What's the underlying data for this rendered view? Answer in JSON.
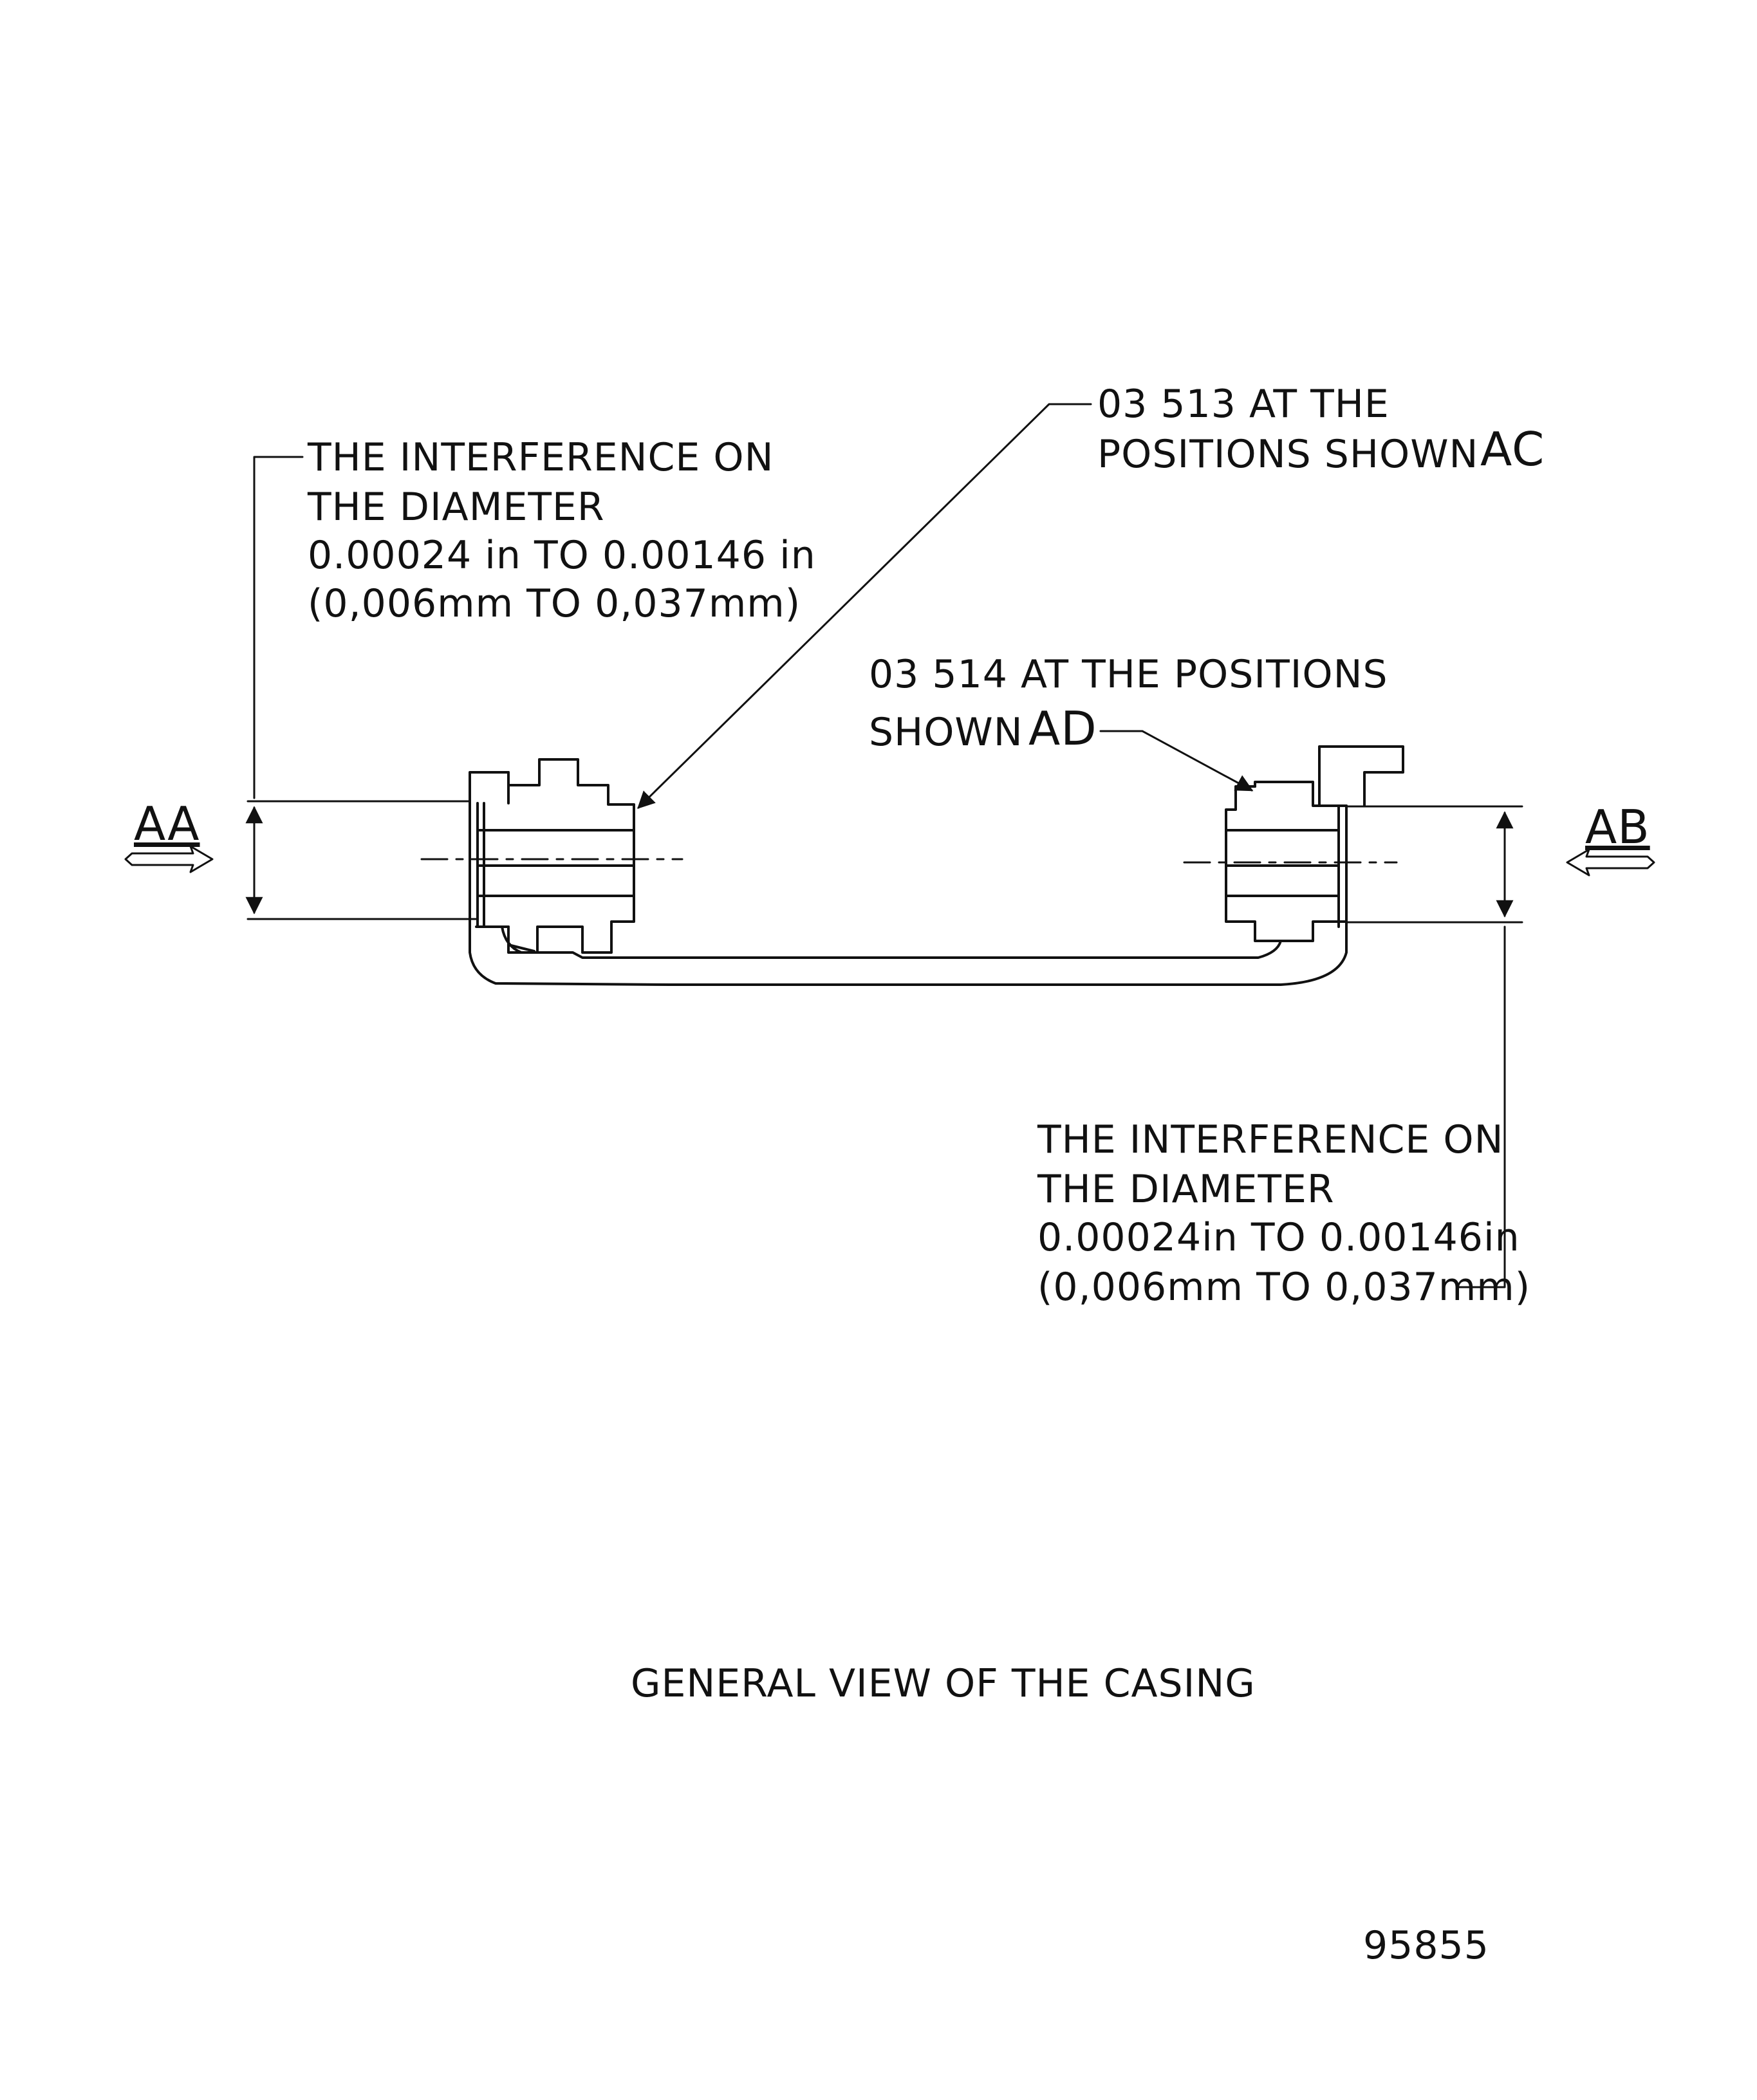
{
  "callout_ac": {
    "line1": "03 513  AT  THE",
    "line2": "POSITIONS  SHOWN",
    "tag": "AC"
  },
  "callout_ad": {
    "line1": "03  514  AT  THE  POSITIONS",
    "line2": "SHOWN",
    "tag": "AD"
  },
  "interference_left": {
    "line1": "THE  INTERFERENCE  ON",
    "line2": "THE  DIAMETER",
    "line3": "0.00024 in  TO  0.00146 in",
    "line4": "(0,006mm  TO  0,037mm)"
  },
  "interference_right": {
    "line1": "THE  INTERFERENCE  ON",
    "line2": "THE  DIAMETER",
    "line3": "0.00024in  TO  0.00146in",
    "line4": "(0,006mm  TO  0,037mm)"
  },
  "view_labels": {
    "left": "AA",
    "right": "AB"
  },
  "caption": "GENERAL  VIEW  OF  THE  CASING",
  "figure_number": "95855",
  "colors": {
    "ink": "#111111",
    "background": "#ffffff"
  }
}
